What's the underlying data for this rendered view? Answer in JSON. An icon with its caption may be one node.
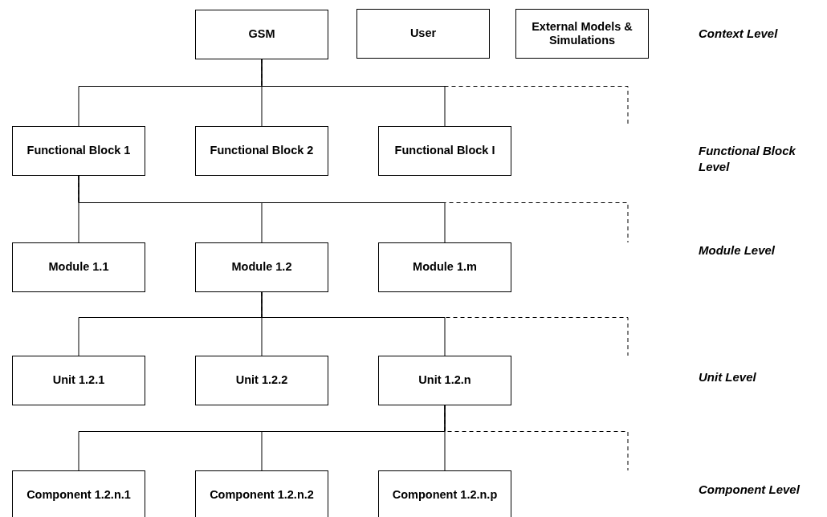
{
  "diagram": {
    "nodes": [
      {
        "text": [
          "GSM"
        ]
      },
      {
        "text": [
          "User"
        ]
      },
      {
        "text": [
          "External Models & Simulations"
        ]
      },
      {
        "text": [
          "Functional Block 1"
        ]
      },
      {
        "text": [
          "Functional Block 2"
        ]
      },
      {
        "text": [
          "Functional Block I"
        ]
      },
      {
        "text": [
          "Module 1.1"
        ]
      },
      {
        "text": [
          "Module 1.2"
        ]
      },
      {
        "text": [
          "Module 1.m"
        ]
      },
      {
        "text": [
          "Unit 1.2.1"
        ]
      },
      {
        "text": [
          "Unit 1.2.2"
        ]
      },
      {
        "text": [
          "Unit 1.2.n"
        ]
      },
      {
        "text": [
          "Component 1.2.n.1"
        ]
      },
      {
        "text": [
          "Component 1.2.n.2"
        ]
      },
      {
        "text": [
          "Component 1.2.n.p"
        ]
      }
    ],
    "edges": [
      {
        "from": 0,
        "to": 3,
        "arrow": "none"
      },
      {
        "from": 0,
        "to": 4,
        "arrow": "none"
      },
      {
        "from": 0,
        "to": 5,
        "arrow": "none"
      },
      {
        "from": 0,
        "to": null,
        "arrow": "none",
        "style": "dashed"
      },
      {
        "from": 3,
        "to": 6,
        "arrow": "none"
      },
      {
        "from": 3,
        "to": 7,
        "arrow": "none"
      },
      {
        "from": 3,
        "to": 8,
        "arrow": "none"
      },
      {
        "from": 3,
        "to": null,
        "arrow": "none",
        "style": "dashed"
      },
      {
        "from": 7,
        "to": 9,
        "arrow": "none"
      },
      {
        "from": 7,
        "to": 10,
        "arrow": "none"
      },
      {
        "from": 7,
        "to": 11,
        "arrow": "none"
      },
      {
        "from": 7,
        "to": null,
        "arrow": "none",
        "style": "dashed"
      },
      {
        "from": 11,
        "to": 12,
        "arrow": "none"
      },
      {
        "from": 11,
        "to": 13,
        "arrow": "none"
      },
      {
        "from": 11,
        "to": 14,
        "arrow": "none"
      },
      {
        "from": 11,
        "to": null,
        "arrow": "none",
        "style": "dashed"
      }
    ],
    "labels": [
      "Context Level",
      "Functional Block Level",
      "Module Level",
      "Unit Level",
      "Component Level"
    ]
  }
}
